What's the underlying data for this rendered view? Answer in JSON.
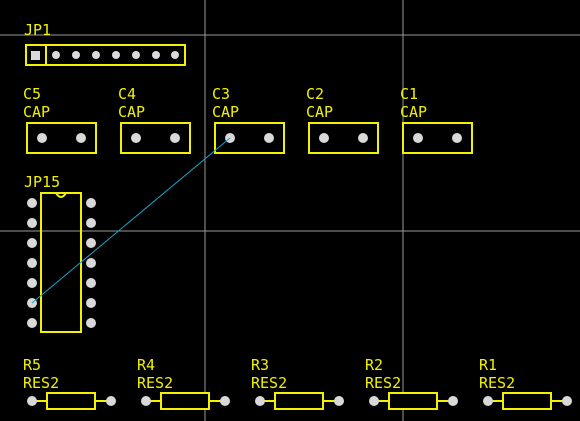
{
  "colors": {
    "background": "#000000",
    "grid": "#9a9a9a",
    "silkscreen": "#f2f200",
    "pad": "#d9d9d9",
    "ratsnest": "#1aa3c8"
  },
  "header": {
    "designator": "JP1"
  },
  "capacitors": [
    {
      "designator": "C5",
      "value": "CAP"
    },
    {
      "designator": "C4",
      "value": "CAP"
    },
    {
      "designator": "C3",
      "value": "CAP"
    },
    {
      "designator": "C2",
      "value": "CAP"
    },
    {
      "designator": "C1",
      "value": "CAP"
    }
  ],
  "ic": {
    "designator": "JP15"
  },
  "resistors": [
    {
      "designator": "R5",
      "value": "RES2"
    },
    {
      "designator": "R4",
      "value": "RES2"
    },
    {
      "designator": "R3",
      "value": "RES2"
    },
    {
      "designator": "R2",
      "value": "RES2"
    },
    {
      "designator": "R1",
      "value": "RES2"
    }
  ]
}
